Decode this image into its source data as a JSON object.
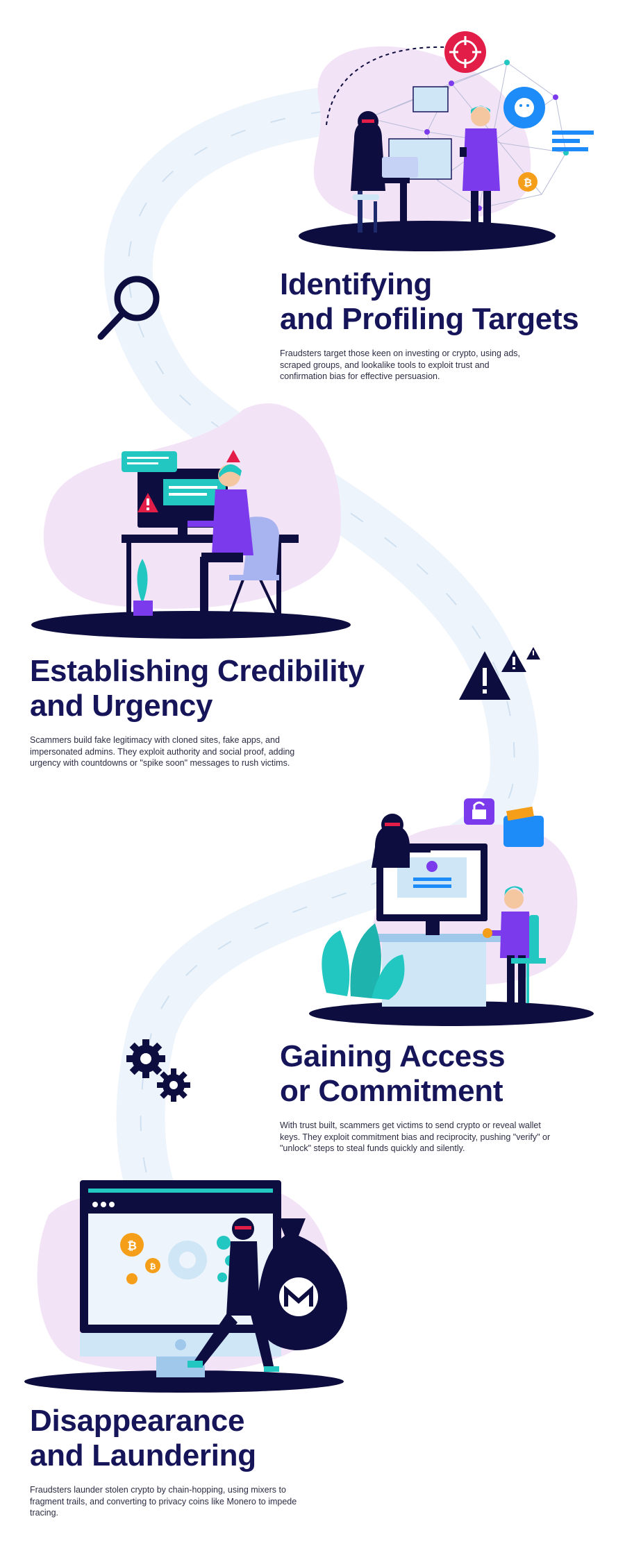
{
  "colors": {
    "navy": "#16155a",
    "dark": "#0e0d3f",
    "purple": "#7c3aed",
    "pink_blob": "#f3e3f7",
    "path": "#eef4fb",
    "teal": "#22c7c1",
    "orange": "#f59e1a",
    "red": "#e11d48",
    "blue": "#1d8cf8",
    "light_blue": "#cfe6f7"
  },
  "icons": [
    "magnifier-icon",
    "warning-icon",
    "gears-icon",
    "target-icon",
    "face-scan-icon",
    "bitcoin-icon",
    "monero-icon",
    "padlock-icon",
    "wallet-icon"
  ],
  "steps": [
    {
      "title_line1": "Identifying",
      "title_line2": "and Profiling Targets",
      "description": "Fraudsters target those keen on investing or crypto, using ads, scraped groups, and lookalike tools to exploit trust and confirmation bias for effective persuasion."
    },
    {
      "title_line1": "Establishing Credibility",
      "title_line2": "and Urgency",
      "description": "Scammers build fake legitimacy with cloned sites, fake apps, and impersonated admins. They exploit authority and social proof, adding urgency with countdowns or \"spike soon\" messages to rush victims."
    },
    {
      "title_line1": "Gaining Access",
      "title_line2": "or Commitment",
      "description": "With trust built, scammers get victims to send crypto or reveal wallet keys. They exploit commitment bias and reciprocity, pushing \"verify\" or \"unlock\" steps to steal funds quickly and silently."
    },
    {
      "title_line1": "Disappearance",
      "title_line2": "and Laundering",
      "description": "Fraudsters launder stolen crypto by chain-hopping, using mixers to fragment trails, and converting to privacy coins like Monero to impede tracing."
    }
  ]
}
